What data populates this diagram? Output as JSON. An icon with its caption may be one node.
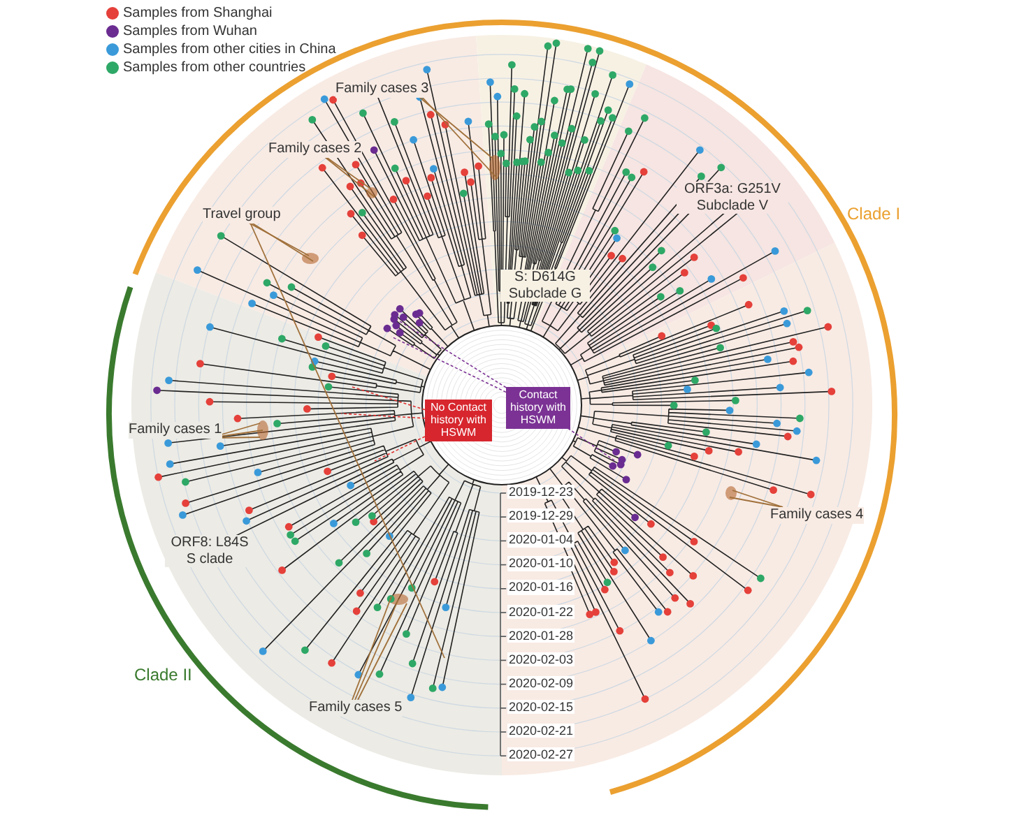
{
  "diagram": {
    "nodes": [
      {
        "text": [
          "Family cases 3"
        ]
      },
      {
        "text": [
          "Family cases 2"
        ]
      },
      {
        "text": [
          "Travel group"
        ]
      },
      {
        "text": [
          "Contact history with HSWM"
        ]
      },
      {
        "text": [
          "No Contact history with HSWM"
        ]
      },
      {
        "text": [
          "Family cases 1"
        ]
      },
      {
        "text": [
          "Family cases 4"
        ]
      },
      {
        "text": [
          "Family cases 5"
        ]
      }
    ],
    "edges": [
      {
        "from": 0,
        "to": null,
        "arrow": "none"
      },
      {
        "from": 0,
        "to": null,
        "arrow": "none"
      },
      {
        "from": 1,
        "to": null,
        "arrow": "none"
      },
      {
        "from": 1,
        "to": null,
        "arrow": "none"
      },
      {
        "from": 2,
        "to": null,
        "arrow": "none"
      },
      {
        "from": 2,
        "to": null,
        "arrow": "none"
      },
      {
        "from": 2,
        "to": null,
        "arrow": "none"
      },
      {
        "from": 5,
        "to": null,
        "arrow": "none"
      },
      {
        "from": 5,
        "to": null,
        "arrow": "none"
      },
      {
        "from": 5,
        "to": null,
        "arrow": "none"
      },
      {
        "from": 6,
        "to": null,
        "arrow": "none"
      },
      {
        "from": 6,
        "to": null,
        "arrow": "none"
      },
      {
        "from": 7,
        "to": null,
        "arrow": "none"
      },
      {
        "from": 7,
        "to": null,
        "arrow": "none"
      },
      {
        "from": 7,
        "to": null,
        "arrow": "none"
      },
      {
        "from": 3,
        "to": null,
        "arrow": "none",
        "style": "dashed",
        "color": "#7b3294"
      },
      {
        "from": 3,
        "to": null,
        "arrow": "none",
        "style": "dashed",
        "color": "#7b3294"
      },
      {
        "from": 3,
        "to": null,
        "arrow": "none",
        "style": "dashed",
        "color": "#7b3294"
      },
      {
        "from": 4,
        "to": null,
        "arrow": "none",
        "style": "dashed",
        "color": "#e03030"
      },
      {
        "from": 4,
        "to": null,
        "arrow": "none",
        "style": "dashed",
        "color": "#e03030"
      },
      {
        "from": 4,
        "to": null,
        "arrow": "none",
        "style": "dashed",
        "color": "#e03030"
      }
    ],
    "labels": [
      "S: D614G Subclade G",
      "ORF3a: G251V Subclade V",
      "ORF8: L84S S clade",
      "Clade I",
      "Clade II",
      "2019-12-23",
      "2019-12-29",
      "2020-01-04",
      "2020-01-10",
      "2020-01-16",
      "2020-01-22",
      "2020-01-28",
      "2020-02-03",
      "2020-02-09",
      "2020-02-15",
      "2020-02-21",
      "2020-02-27"
    ],
    "legend": [
      {
        "text": "Samples from Shanghai",
        "color": "#e5403a"
      },
      {
        "text": "Samples from Wuhan",
        "color": "#6a2c91"
      },
      {
        "text": "Samples from other cities in China",
        "color": "#3a9ad9"
      },
      {
        "text": "Samples from other countries",
        "color": "#2ea866"
      }
    ]
  }
}
